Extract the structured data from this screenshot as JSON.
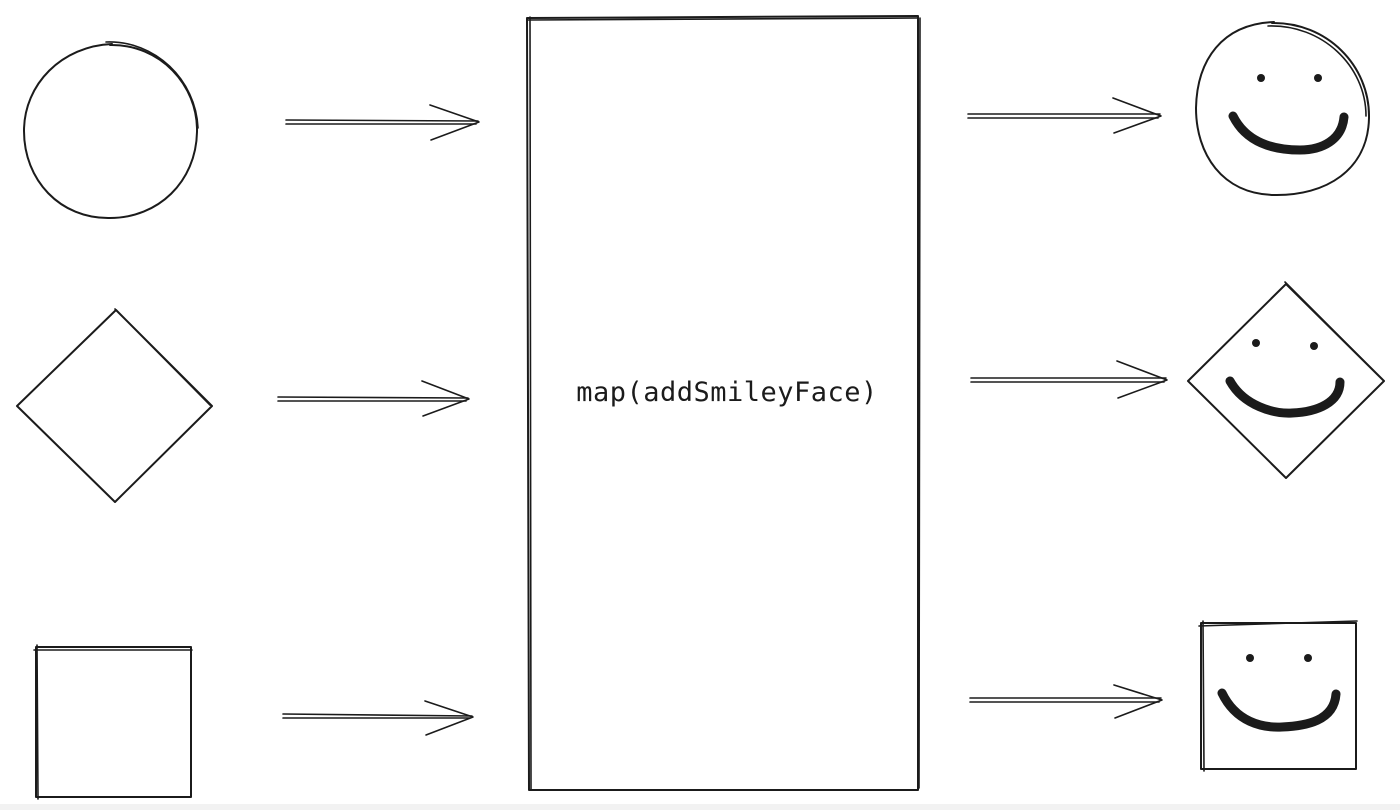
{
  "diagram": {
    "function_label": "map(addSmileyFace)",
    "inputs": [
      {
        "shape": "circle"
      },
      {
        "shape": "diamond"
      },
      {
        "shape": "square"
      }
    ],
    "outputs": [
      {
        "shape": "circle",
        "decoration": "smiley-face"
      },
      {
        "shape": "diamond",
        "decoration": "smiley-face"
      },
      {
        "shape": "square",
        "decoration": "smiley-face"
      }
    ],
    "style": {
      "ink_color": "#1b1b1b",
      "background": "#ffffff"
    }
  }
}
